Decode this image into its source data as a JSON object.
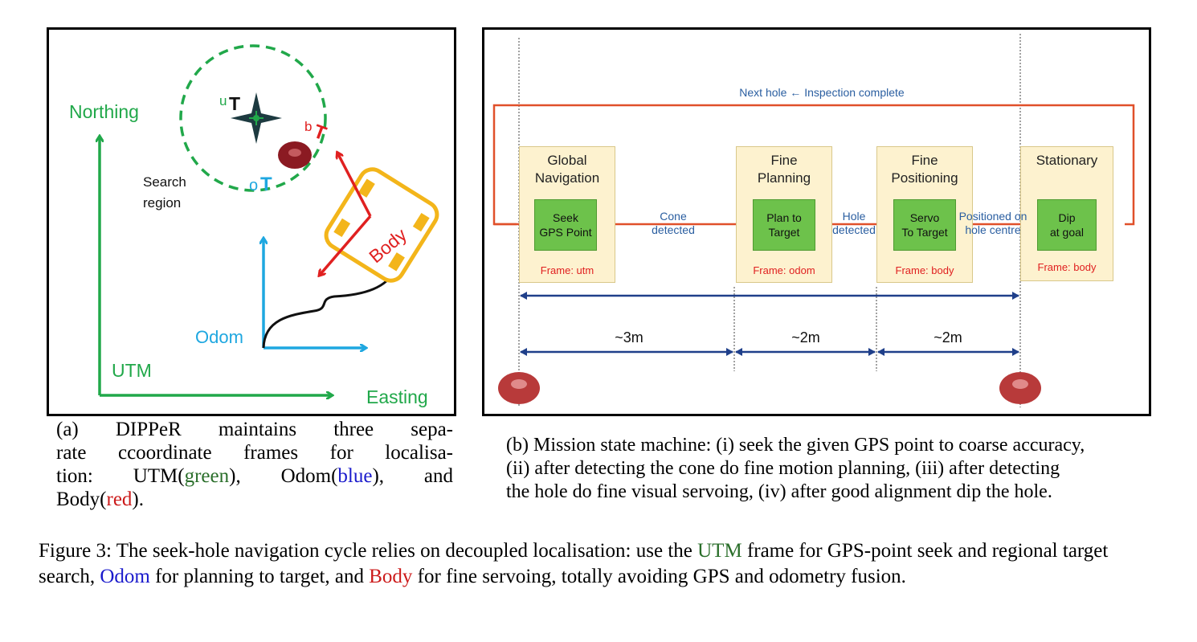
{
  "panel_a": {
    "axes": {
      "northing": "Northing",
      "easting": "Easting",
      "utm": "UTM",
      "odom": "Odom",
      "body": "Body",
      "search_region_line1": "Search",
      "search_region_line2": "region"
    },
    "frame_labels": {
      "u_sup": "u",
      "o_sup": "o",
      "b_sup": "b",
      "T": "T"
    },
    "colors": {
      "utm": "#21a84a",
      "odom": "#1ea7e0",
      "body": "#e02020",
      "robot": "#f3b51a",
      "hole": "#8b1a22"
    }
  },
  "panel_b": {
    "loop_label": "Next hole ← Inspection complete",
    "states": [
      {
        "title_l1": "Global",
        "title_l2": "Navigation",
        "action_l1": "Seek",
        "action_l2": "GPS Point",
        "frame": "Frame: utm"
      },
      {
        "title_l1": "Fine",
        "title_l2": "Planning",
        "action_l1": "Plan to",
        "action_l2": "Target",
        "frame": "Frame: odom"
      },
      {
        "title_l1": "Fine",
        "title_l2": "Positioning",
        "action_l1": "Servo",
        "action_l2": "To Target",
        "frame": "Frame: body"
      },
      {
        "title_l1": "Stationary",
        "title_l2": "",
        "action_l1": "Dip",
        "action_l2": "at goal",
        "frame": "Frame: body"
      }
    ],
    "transitions": [
      {
        "l1": "Cone",
        "l2": "detected"
      },
      {
        "l1": "Hole",
        "l2": "detected"
      },
      {
        "l1": "Positioned on",
        "l2": "hole centre"
      }
    ],
    "distances": [
      "~3m",
      "~2m",
      "~2m"
    ],
    "colors": {
      "loop": "#e0502a",
      "ruler": "#1f3f8a",
      "label": "#2a5ea0"
    }
  },
  "captions": {
    "a_lines": [
      "(a) DIPPeR maintains three sepa-",
      "rate ccoordinate frames for localisa-",
      "tion:"
    ],
    "a_utm_pre": "UTM(",
    "a_utm": "green",
    "a_utm_post": "), Odom(",
    "a_odom": "blue",
    "a_odom_post": "), and",
    "a_body_pre": "Body(",
    "a_body": "red",
    "a_body_post": ").",
    "b_lines": [
      "(b) Mission state machine: (i) seek the given GPS point to coarse accuracy,",
      "(ii) after detecting the cone do fine motion planning, (iii) after detecting",
      "the hole do fine visual servoing, (iv) after good alignment dip the hole."
    ],
    "main_pre": "Figure 3: The seek-hole navigation cycle relies on decoupled localisation: use the ",
    "main_utm": "UTM",
    "main_mid1": " frame for GPS-point seek and regional target search, ",
    "main_odom": "Odom",
    "main_mid2": " for planning to target, and ",
    "main_body": "Body",
    "main_post": " for fine servoing, totally avoiding GPS and odometry fusion."
  }
}
